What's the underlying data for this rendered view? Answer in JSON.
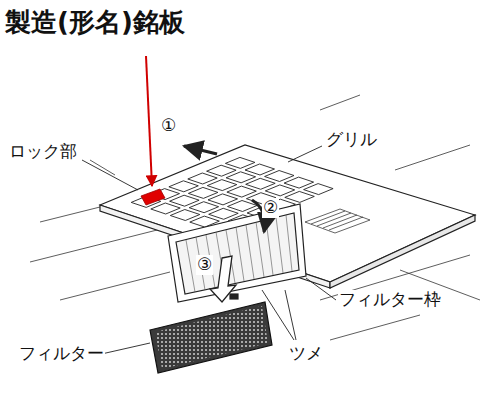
{
  "diagram": {
    "labels": [
      "製造(形名)銘板",
      "ロック部",
      "①",
      "グリル",
      "②",
      "③",
      "フィルター枠",
      "ツメ",
      "フィルター"
    ]
  }
}
